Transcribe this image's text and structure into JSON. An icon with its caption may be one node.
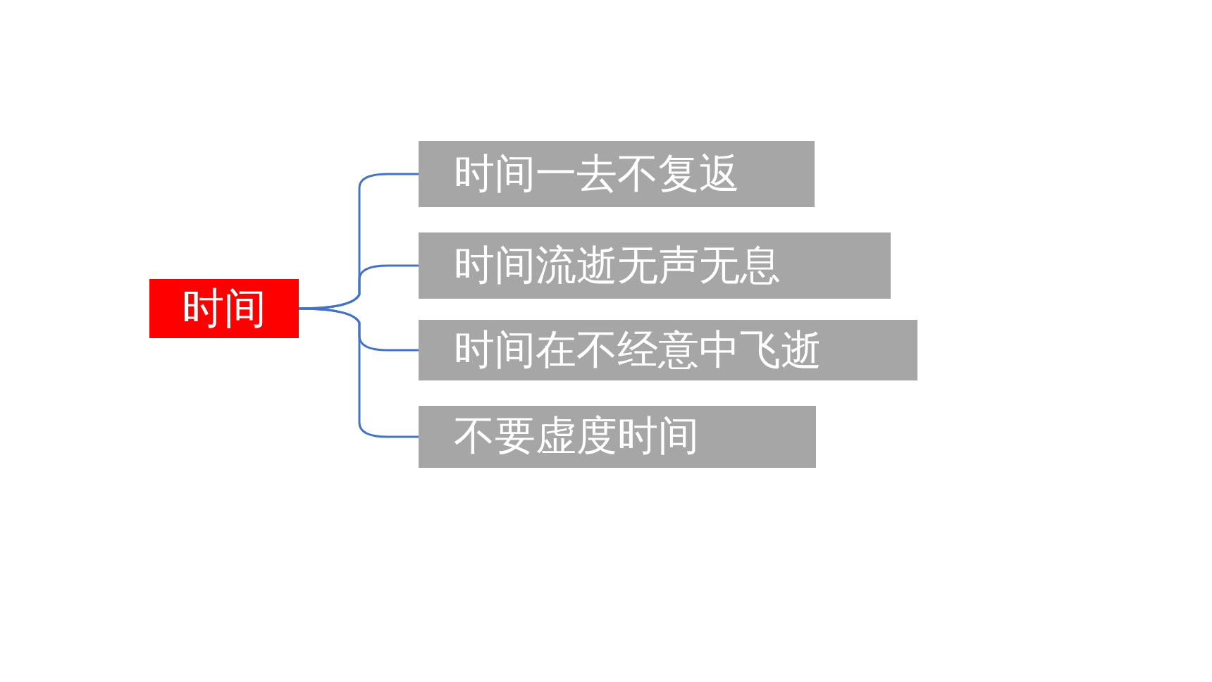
{
  "diagram": {
    "nodes": [
      {
        "text": [
          "时间"
        ]
      },
      {
        "text": [
          "时间一去不复返"
        ]
      },
      {
        "text": [
          "时间流逝无声无息"
        ]
      },
      {
        "text": [
          "时间在不经意中飞逝"
        ]
      },
      {
        "text": [
          "不要虚度时间"
        ]
      }
    ],
    "edges": [
      {
        "from": 0,
        "to": 1,
        "arrow": "none"
      },
      {
        "from": 0,
        "to": 2,
        "arrow": "none"
      },
      {
        "from": 0,
        "to": 3,
        "arrow": "none"
      },
      {
        "from": 0,
        "to": 4,
        "arrow": "none"
      }
    ]
  }
}
